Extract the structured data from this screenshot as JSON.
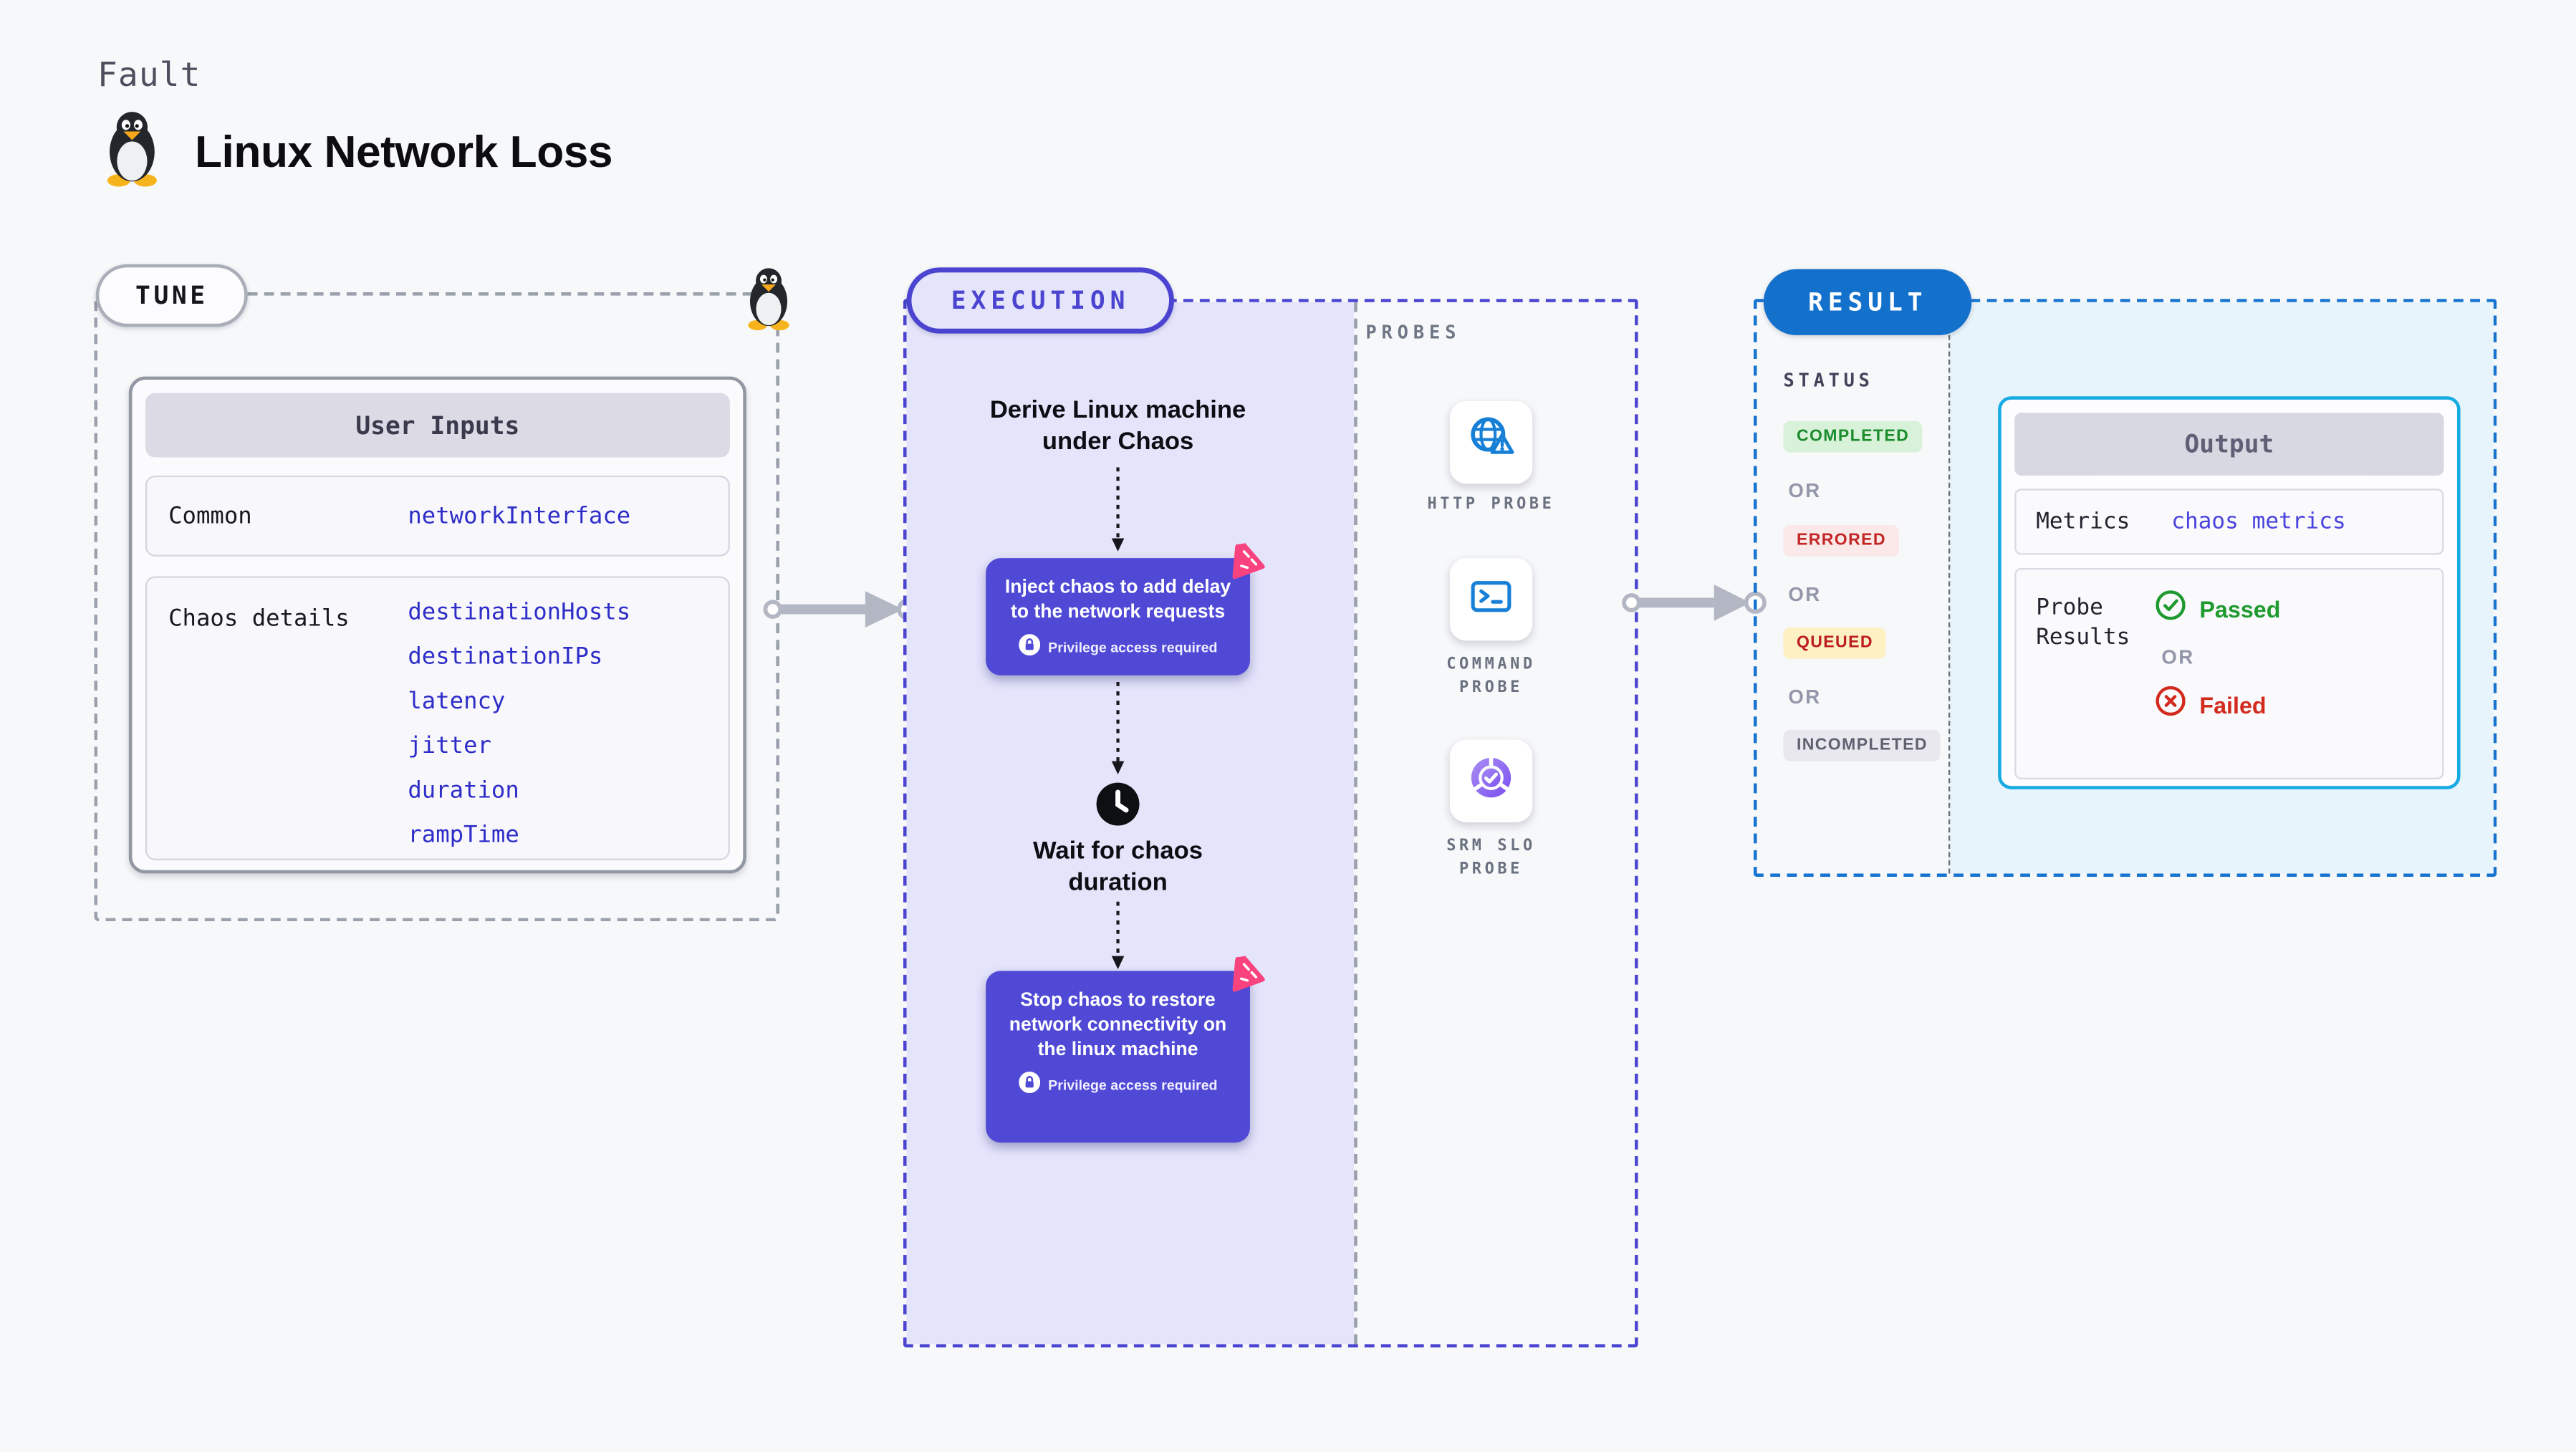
{
  "page": {
    "kicker": "Fault",
    "title": "Linux Network Loss"
  },
  "tune": {
    "label": "TUNE",
    "table": {
      "header": "User Inputs",
      "rows": [
        {
          "label": "Common",
          "values": [
            "networkInterface"
          ]
        },
        {
          "label": "Chaos details",
          "values": [
            "destinationHosts",
            "destinationIPs",
            "latency",
            "jitter",
            "duration",
            "rampTime"
          ]
        }
      ]
    }
  },
  "execution": {
    "label": "EXECUTION",
    "derive_step": "Derive Linux machine under Chaos",
    "inject_step": "Inject chaos to add delay to the network requests",
    "wait_step": "Wait for chaos duration",
    "stop_step": "Stop chaos to restore network connectivity on the linux machine",
    "privilege_note": "Privilege access required",
    "probes": {
      "label": "PROBES",
      "items": [
        {
          "name": "HTTP PROBE",
          "icon": "globe-alert-icon"
        },
        {
          "name": "COMMAND PROBE",
          "icon": "terminal-icon"
        },
        {
          "name": "SRM SLO PROBE",
          "icon": "slo-pie-icon"
        }
      ]
    }
  },
  "result": {
    "label": "RESULT",
    "status": {
      "heading": "STATUS",
      "separator": "OR",
      "badges": [
        {
          "text": "COMPLETED",
          "color": "#1d8c2c",
          "background": "#d8f1d9"
        },
        {
          "text": "ERRORED",
          "color": "#c32626",
          "background": "#fbe8e8"
        },
        {
          "text": "QUEUED",
          "color": "#bc1d1d",
          "background": "#fdf0c2"
        },
        {
          "text": "INCOMPLETED",
          "color": "#5f6170",
          "background": "#e8e8ee"
        }
      ]
    },
    "output": {
      "header": "Output",
      "metrics_label": "Metrics",
      "metrics_value": "chaos metrics",
      "probe_results_label": "Probe Results",
      "passed": "Passed",
      "separator": "OR",
      "failed": "Failed"
    }
  },
  "colors": {
    "page_background": "#f7f8fa",
    "tune_border": "#9aa1ac",
    "execution_accent": "#4a44d1",
    "execution_fill": "#e4e4fb",
    "step_box": "#4f49d6",
    "probe_icon_blue": "#1780d6",
    "srm_purple": "#8a63ee",
    "chaos_pink": "#f9437e",
    "result_accent": "#1371cc",
    "result_fill": "#e8f4fb",
    "output_border": "#17abe4",
    "value_text": "#2e2dc8",
    "passed_green": "#1e9a2f",
    "failed_red": "#d22b1e",
    "arrow_gray": "#b3b7c3"
  }
}
